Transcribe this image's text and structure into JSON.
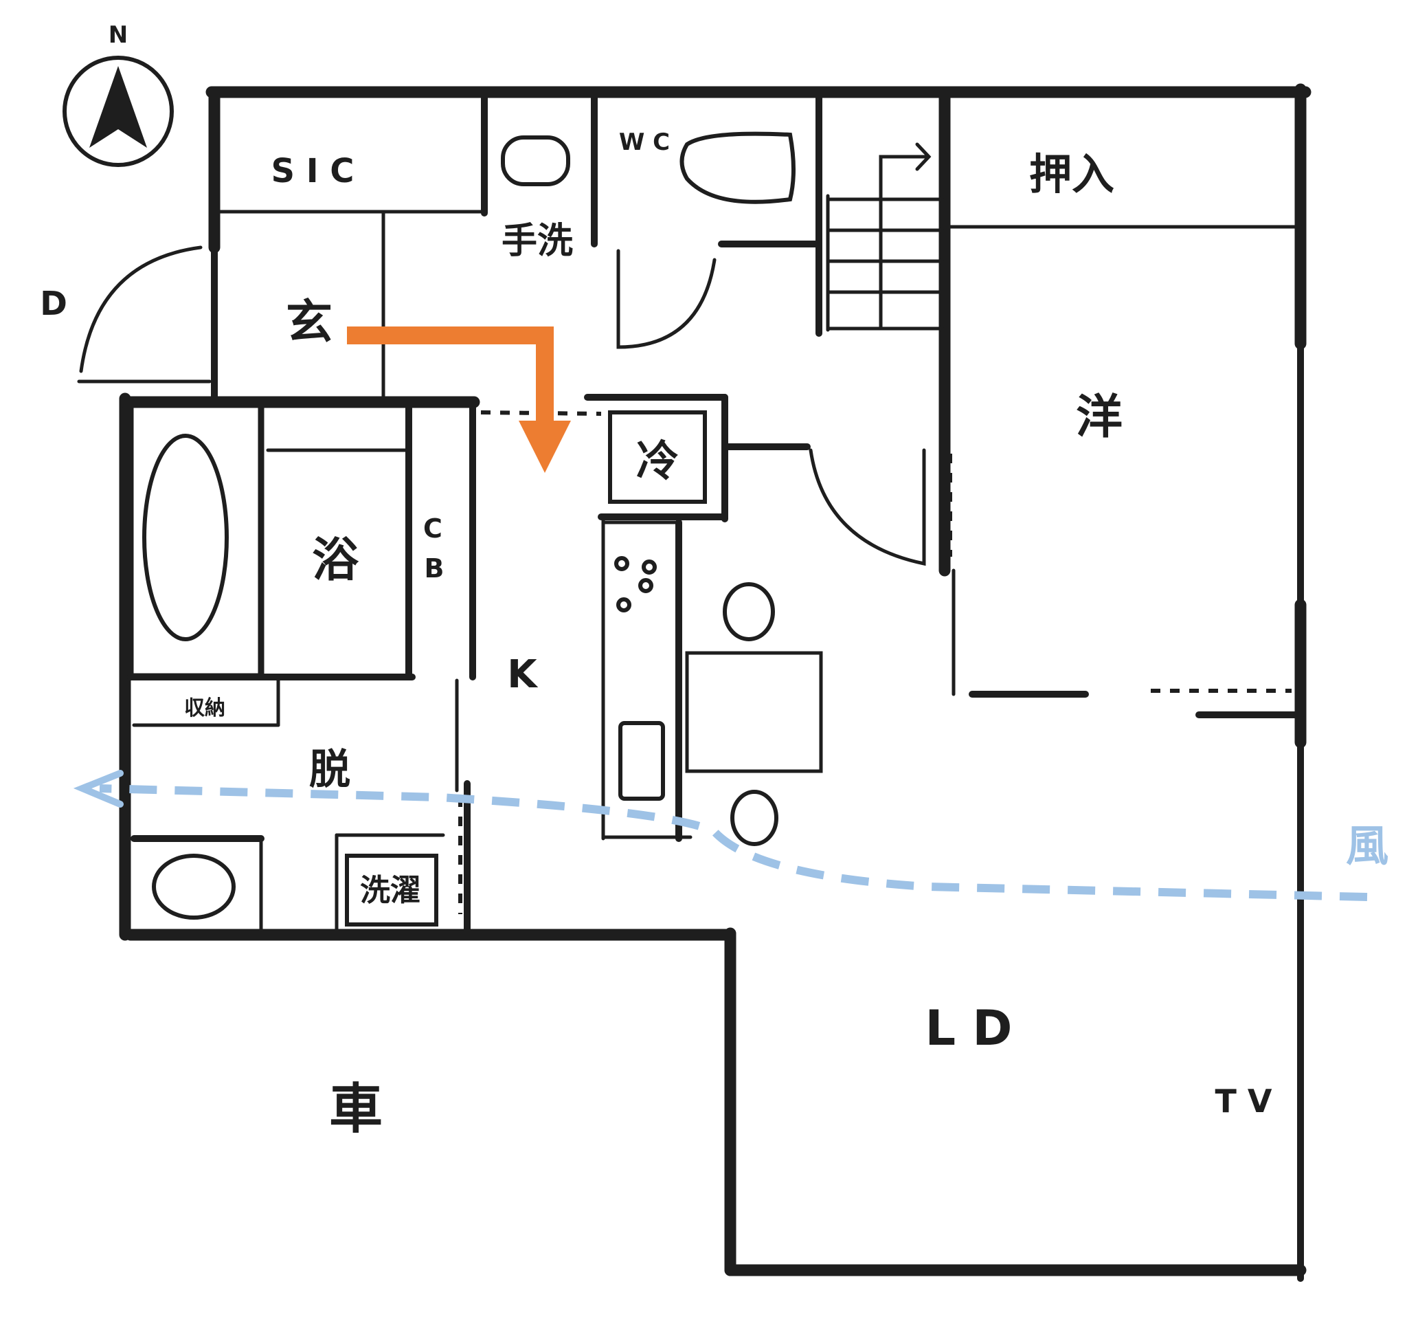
{
  "compass": {
    "label": "N"
  },
  "rooms": {
    "sic": "S I C",
    "wc": "W C",
    "handwash": "手洗",
    "closet": "押入",
    "entrance": "玄",
    "western_room": "洋",
    "fridge": "冷",
    "bath": "浴",
    "cupboard_c": "C",
    "cupboard_b": "B",
    "kitchen": "K",
    "storage": "収納",
    "dressing": "脱",
    "laundry": "洗濯",
    "living_dining": "L D",
    "tv": "T V",
    "car": "車",
    "entry_marker": "D"
  },
  "annotations": {
    "wind": "風",
    "wind_color": "#9ec2e6",
    "route_color": "#ed7d31"
  }
}
